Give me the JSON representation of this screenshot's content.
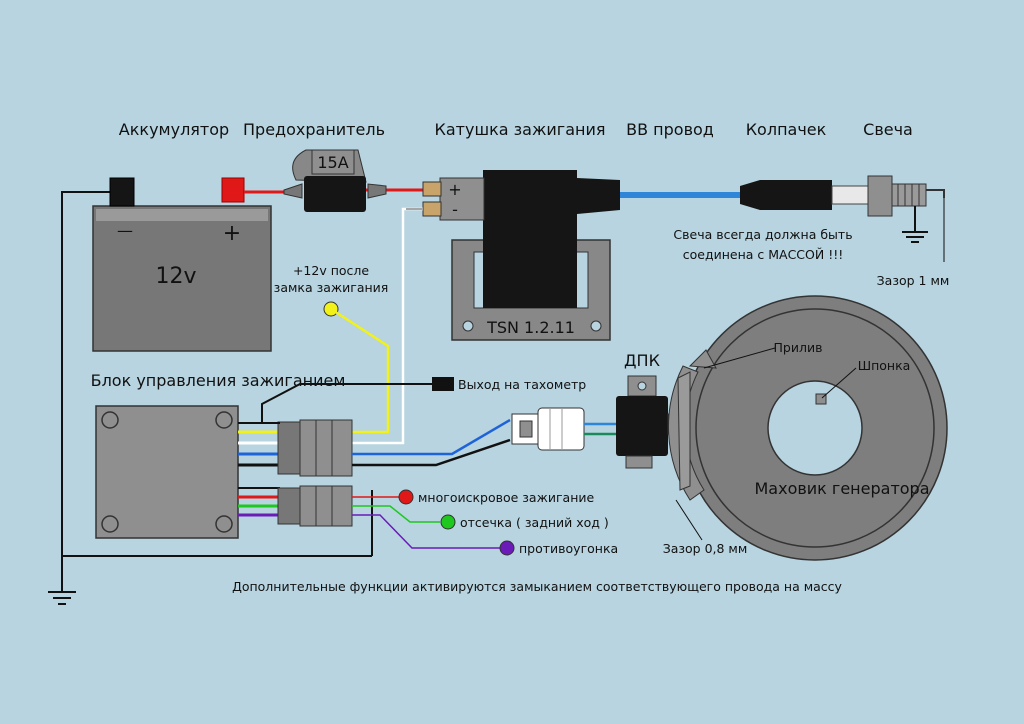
{
  "colors": {
    "background": "#b7d4e0",
    "component_gray": "#8f8f8f",
    "hv_wire": "#2f86d8",
    "power_wire": "#e01818",
    "signal_yellow": "#f2f21a",
    "wire_green": "#1ec81e",
    "wire_purple": "#6a1bb8",
    "wire_blue": "#1e64d8"
  },
  "labels": {
    "battery": "Аккумулятор",
    "fuse": "Предохранитель",
    "coil": "Катушка зажигания",
    "hv_wire": "ВВ провод",
    "cap": "Колпачек",
    "plug": "Свеча",
    "fuse_rating": "15A",
    "battery_voltage": "12v",
    "battery_minus": "—",
    "battery_plus": "+",
    "coil_plus": "+",
    "coil_minus": "-",
    "ignition_12v_line1": "+12v  после",
    "ignition_12v_line2": "замка зажигания",
    "coil_model": "TSN 1.2.11",
    "plug_note_line1": "Свеча всегда должна быть",
    "plug_note_line2": "соединена с МАССОЙ !!!",
    "gap_plug": "Зазор 1 мм",
    "ecu": "Блок управления зажиганием",
    "tacho": "Выход на тахометр",
    "sensor": "ДПК",
    "boss": "Прилив",
    "key": "Шпонка",
    "flywheel": "Маховик генератора",
    "gap_sensor": "Зазор 0,8 мм",
    "extra_functions": "Дополнительные функции активируются замыканием соответствующего провода на массу"
  },
  "functions": [
    {
      "label": "многоискровое зажигание",
      "color": "#e01818"
    },
    {
      "label": "отсечка ( задний ход )",
      "color": "#1ec81e"
    },
    {
      "label": "противоугонка",
      "color": "#6a1bb8"
    }
  ]
}
